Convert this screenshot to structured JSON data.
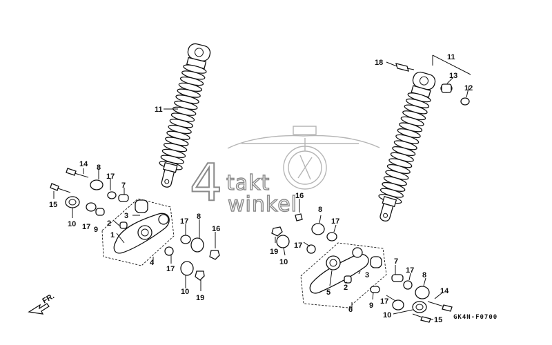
{
  "diagram": {
    "part_code": "GK4N-F0700",
    "direction_label": "FR.",
    "watermark": {
      "numeral": "4",
      "word1": "takt",
      "word2": "winkel"
    },
    "labels": {
      "left": [
        {
          "id": "l-11",
          "text": "11"
        },
        {
          "id": "l-14",
          "text": "14"
        },
        {
          "id": "l-8a",
          "text": "8"
        },
        {
          "id": "l-17a",
          "text": "17"
        },
        {
          "id": "l-7",
          "text": "7"
        },
        {
          "id": "l-15",
          "text": "15"
        },
        {
          "id": "l-10a",
          "text": "10"
        },
        {
          "id": "l-17b",
          "text": "17"
        },
        {
          "id": "l-9",
          "text": "9"
        },
        {
          "id": "l-3",
          "text": "3"
        },
        {
          "id": "l-2",
          "text": "2"
        },
        {
          "id": "l-1",
          "text": "1"
        },
        {
          "id": "l-4",
          "text": "4"
        },
        {
          "id": "l-17c",
          "text": "17"
        },
        {
          "id": "l-8b",
          "text": "8"
        },
        {
          "id": "l-16",
          "text": "16"
        },
        {
          "id": "l-17d",
          "text": "17"
        },
        {
          "id": "l-10b",
          "text": "10"
        },
        {
          "id": "l-19",
          "text": "19"
        }
      ],
      "right": [
        {
          "id": "r-18",
          "text": "18"
        },
        {
          "id": "r-11a",
          "text": "11"
        },
        {
          "id": "r-13",
          "text": "13"
        },
        {
          "id": "r-12",
          "text": "12"
        },
        {
          "id": "r-16",
          "text": "16"
        },
        {
          "id": "r-8a",
          "text": "8"
        },
        {
          "id": "r-17a",
          "text": "17"
        },
        {
          "id": "r-19",
          "text": "19"
        },
        {
          "id": "r-17b",
          "text": "17"
        },
        {
          "id": "r-10a",
          "text": "10"
        },
        {
          "id": "r-3",
          "text": "3"
        },
        {
          "id": "r-2",
          "text": "2"
        },
        {
          "id": "r-5",
          "text": "5"
        },
        {
          "id": "r-7",
          "text": "7"
        },
        {
          "id": "r-17c",
          "text": "17"
        },
        {
          "id": "r-8b",
          "text": "8"
        },
        {
          "id": "r-14",
          "text": "14"
        },
        {
          "id": "r-9",
          "text": "9"
        },
        {
          "id": "r-17d",
          "text": "17"
        },
        {
          "id": "r-6",
          "text": "6"
        },
        {
          "id": "r-10b",
          "text": "10"
        },
        {
          "id": "r-15",
          "text": "15"
        }
      ]
    }
  }
}
